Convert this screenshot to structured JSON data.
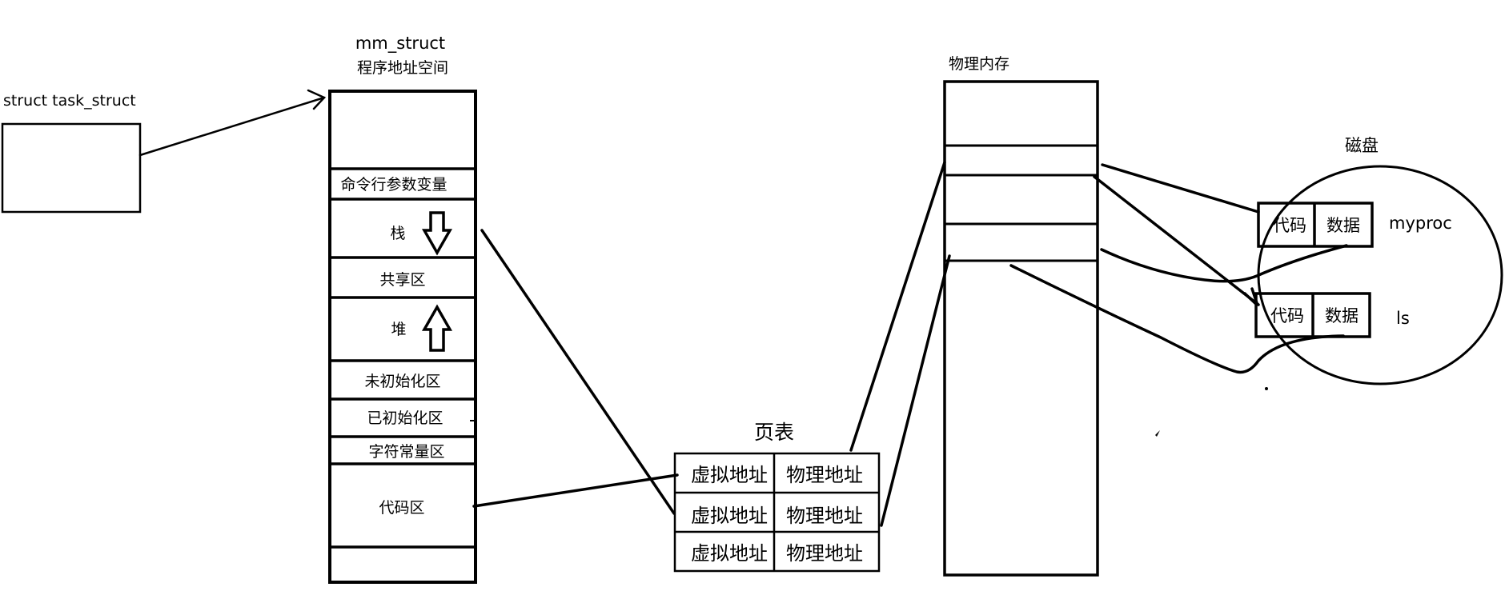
{
  "task_struct": {
    "label": "struct task_struct"
  },
  "mm_struct": {
    "title": "mm_struct",
    "subtitle": "程序地址空间",
    "regions": {
      "cmdline": "命令行参数变量",
      "stack": "栈",
      "shared": "共享区",
      "heap": "堆",
      "bss": "未初始化区",
      "data": "已初始化区",
      "rodata": "字符常量区",
      "code": "代码区"
    }
  },
  "page_table": {
    "title": "页表",
    "rows": [
      {
        "virtual": "虚拟地址",
        "physical": "物理地址"
      },
      {
        "virtual": "虚拟地址",
        "physical": "物理地址"
      },
      {
        "virtual": "虚拟地址",
        "physical": "物理地址"
      }
    ]
  },
  "physical_memory": {
    "title": "物理内存"
  },
  "disk": {
    "title": "磁盘",
    "programs": [
      {
        "name": "myproc",
        "code": "代码",
        "data": "数据"
      },
      {
        "name": "ls",
        "code": "代码",
        "data": "数据"
      }
    ]
  }
}
